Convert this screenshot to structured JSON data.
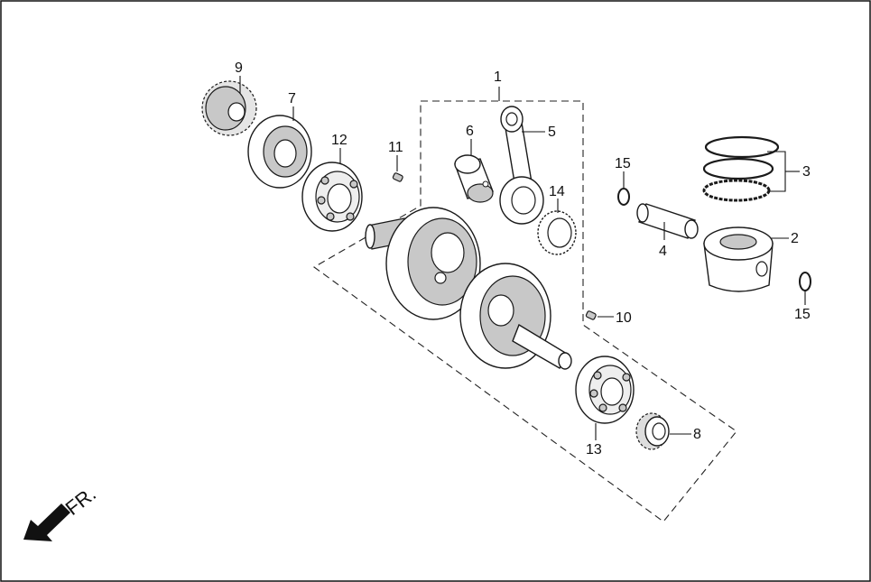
{
  "callouts": {
    "c1": "1",
    "c2": "2",
    "c3": "3",
    "c4": "4",
    "c5": "5",
    "c6": "6",
    "c7": "7",
    "c8": "8",
    "c9": "9",
    "c10": "10",
    "c11": "11",
    "c12": "12",
    "c13": "13",
    "c14": "14",
    "c15a": "15",
    "c15b": "15"
  },
  "direction_label": "FR.",
  "colors": {
    "line": "#1a1a1a",
    "shade": "#c8c8c8",
    "arrow": "#111111",
    "background": "#ffffff"
  }
}
